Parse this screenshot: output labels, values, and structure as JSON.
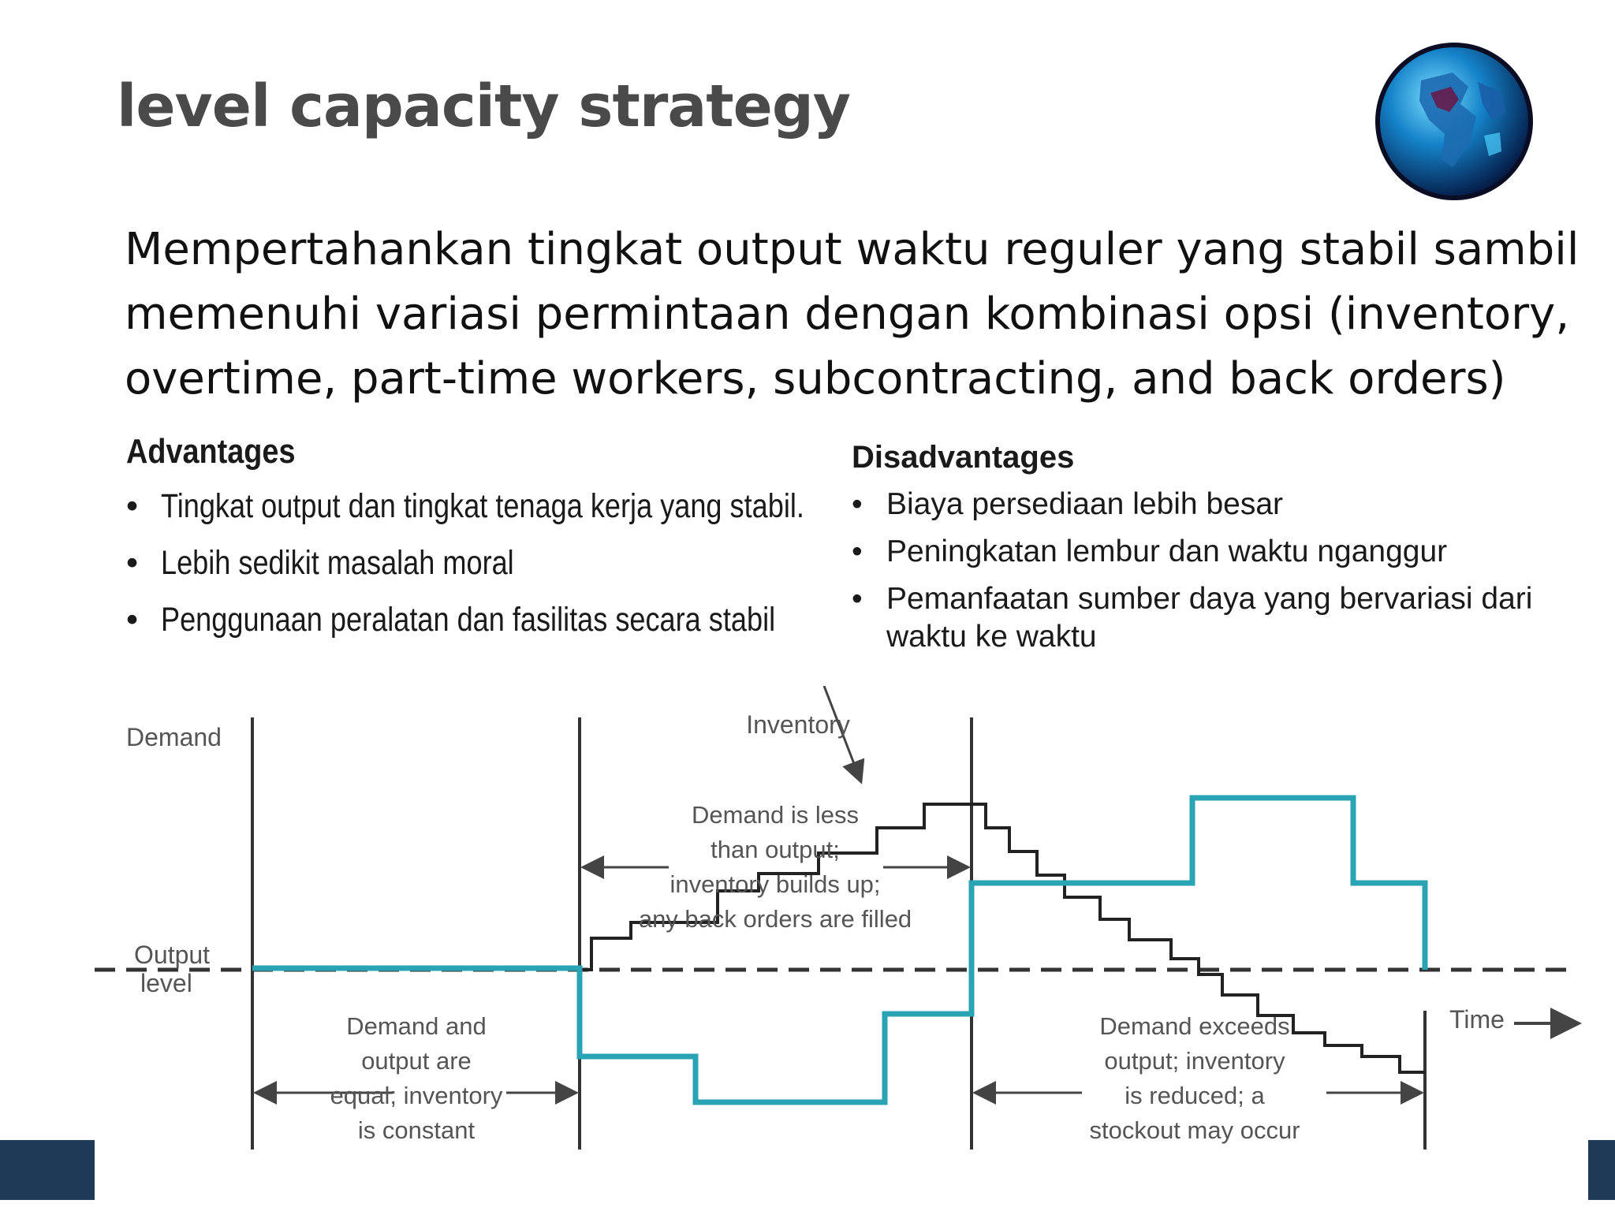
{
  "slide": {
    "title": "level capacity strategy",
    "intro_lines": [
      "Mempertahankan tingkat output waktu reguler yang stabil sambil",
      "memenuhi variasi permintaan dengan kombinasi opsi (inventory,",
      "overtime, part-time workers, subcontracting, and back orders)"
    ]
  },
  "advantages": {
    "heading": "Advantages",
    "items": [
      "Tingkat output dan tingkat tenaga kerja yang stabil.",
      "Lebih sedikit masalah moral",
      "Penggunaan peralatan dan fasilitas secara stabil"
    ]
  },
  "disadvantages": {
    "heading": "Disadvantages",
    "items": [
      "Biaya persediaan lebih besar",
      "Peningkatan lembur dan waktu nganggur",
      "Pemanfaatan sumber daya yang bervariasi dari waktu ke waktu"
    ]
  },
  "diagram": {
    "y_label": "Demand",
    "output_label_1": "Output",
    "output_label_2": "level",
    "time_label": "Time",
    "inventory_label": "Inventory",
    "zone1": [
      "Demand and",
      "output are",
      "equal; inventory",
      "is constant"
    ],
    "zone2": [
      "Demand is less",
      "than output;",
      "inventory builds up;",
      "any back orders are filled"
    ],
    "zone3": [
      "Demand exceeds",
      "output; inventory",
      "is reduced; a",
      "stockout may occur"
    ]
  },
  "colors": {
    "demand_line": "#2aa3b5",
    "inventory_line": "#222222",
    "band": "#1f3a56",
    "title": "#4a4a4a"
  }
}
